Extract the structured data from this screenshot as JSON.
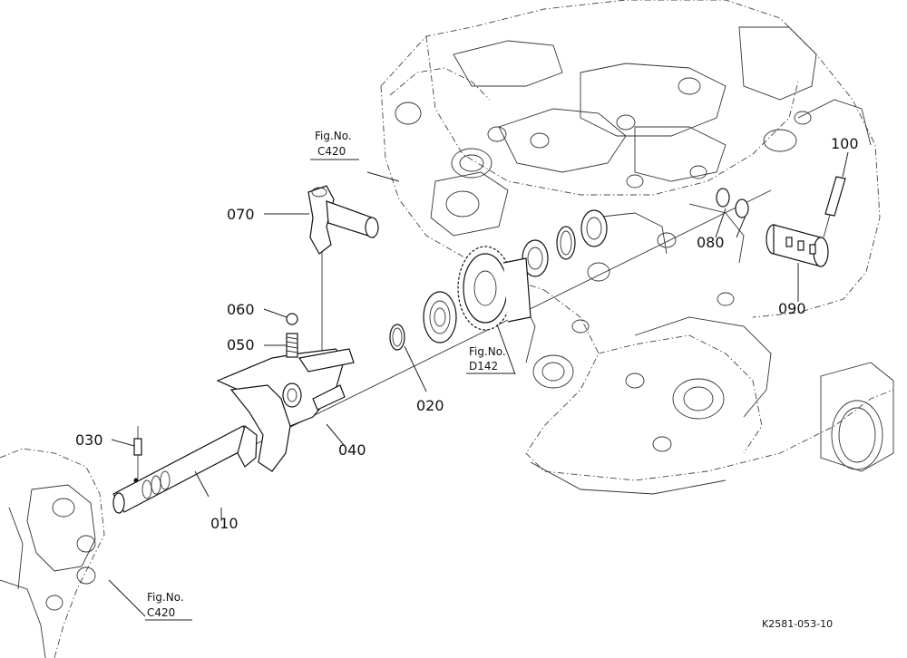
{
  "callouts": {
    "p010": "010",
    "p020": "020",
    "p030": "030",
    "p040": "040",
    "p050": "050",
    "p060": "060",
    "p070": "070",
    "p080": "080",
    "p090": "090",
    "p100": "100"
  },
  "figure_refs": {
    "top_left": {
      "line1": "Fig.No.",
      "line2": "C420"
    },
    "gear": {
      "line1": "Fig.No.",
      "line2": "D142"
    },
    "bottom_left": {
      "line1": "Fig.No.",
      "line2": "C420"
    }
  },
  "drawing_code": "K2581-053-10"
}
